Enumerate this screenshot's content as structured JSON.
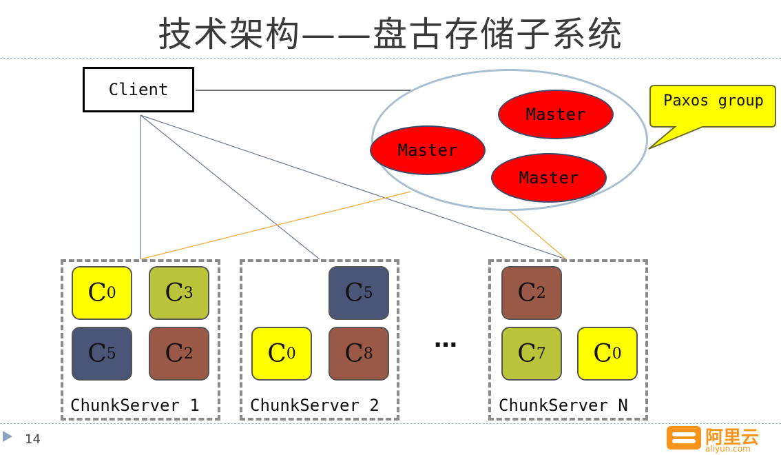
{
  "title": "技术架构——盘古存储子系统",
  "client_label": "Client",
  "masters": [
    {
      "label": "Master"
    },
    {
      "label": "Master"
    },
    {
      "label": "Master"
    }
  ],
  "callout_label": "Paxos group",
  "servers": [
    {
      "label": "ChunkServer 1",
      "chunks": [
        {
          "letter": "C",
          "num": "0",
          "color": "#ffff00"
        },
        {
          "letter": "C",
          "num": "3",
          "color": "#b9c43a"
        },
        {
          "letter": "C",
          "num": "5",
          "color": "#4b5578"
        },
        {
          "letter": "C",
          "num": "2",
          "color": "#9a5846"
        }
      ]
    },
    {
      "label": "ChunkServer 2",
      "chunks": [
        {
          "letter": "C",
          "num": "5",
          "color": "#4b5578"
        },
        {
          "letter": "C",
          "num": "0",
          "color": "#ffff00"
        },
        {
          "letter": "C",
          "num": "8",
          "color": "#9a5846"
        }
      ]
    },
    {
      "label": "ChunkServer N",
      "chunks": [
        {
          "letter": "C",
          "num": "2",
          "color": "#9a5846"
        },
        {
          "letter": "C",
          "num": "7",
          "color": "#b9c43a"
        },
        {
          "letter": "C",
          "num": "0",
          "color": "#ffff00"
        }
      ]
    }
  ],
  "ellipsis": "…",
  "page_number": "14",
  "logo": {
    "cn": "阿里云",
    "en": "aliyun.com"
  },
  "colors": {
    "client_link": "#6f7891",
    "master_link": "#f0a830",
    "master_fill": "#ff0000",
    "callout_fill": "#ffff00"
  }
}
